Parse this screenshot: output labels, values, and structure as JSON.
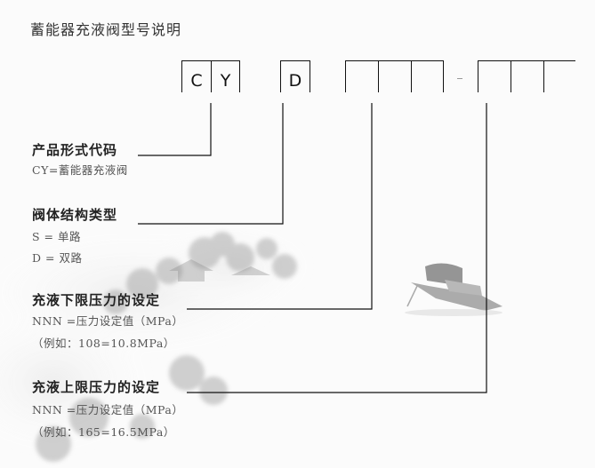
{
  "title": "蓄能器充液阀型号说明",
  "code_boxes": [
    "C",
    "Y",
    "D",
    "",
    "",
    "",
    "",
    "",
    ""
  ],
  "separator": "-",
  "sections": [
    {
      "heading": "产品形式代码",
      "lines": [
        "CY=蓄能器充液阀"
      ]
    },
    {
      "heading": "阀体结构类型",
      "lines": [
        "S = 单路",
        "D = 双路"
      ]
    },
    {
      "heading": "充液下限压力的设定",
      "lines": [
        "NNN =压力设定值（MPa）",
        "（例如：108=10.8MPa）"
      ]
    },
    {
      "heading": "充液上限压力的设定",
      "lines": [
        "NNN =压力设定值（MPa）",
        "（例如：165=16.5MPa）"
      ]
    }
  ],
  "colors": {
    "line": "#111111",
    "heading": "#222222",
    "desc": "#555555"
  }
}
